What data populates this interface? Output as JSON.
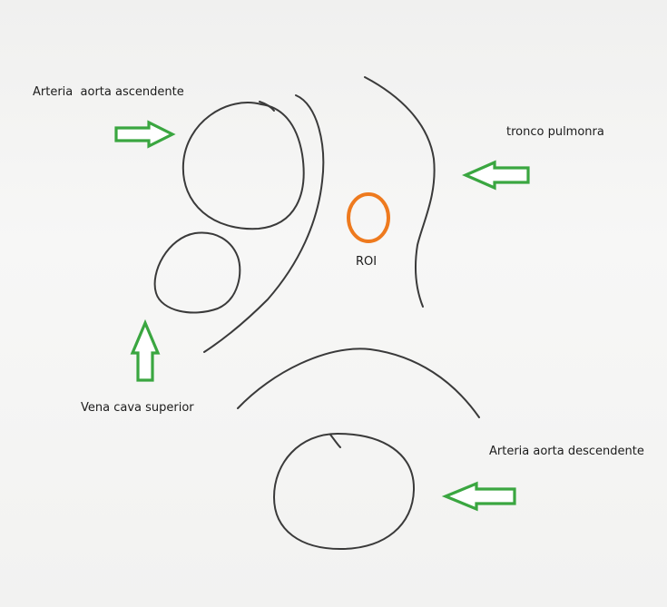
{
  "labels": {
    "aorta_ascendente": "Arteria  aorta ascendente",
    "tronco_pulmonar": "tronco pulmonra",
    "roi": "ROI",
    "vena_cava": "Vena cava superior",
    "aorta_descendente": "Arteria aorta descendente"
  },
  "colors": {
    "outline": "#3a3a3a",
    "arrow": "#3aa640",
    "roi": "#ee7a1e",
    "text": "#1c1c1c"
  }
}
